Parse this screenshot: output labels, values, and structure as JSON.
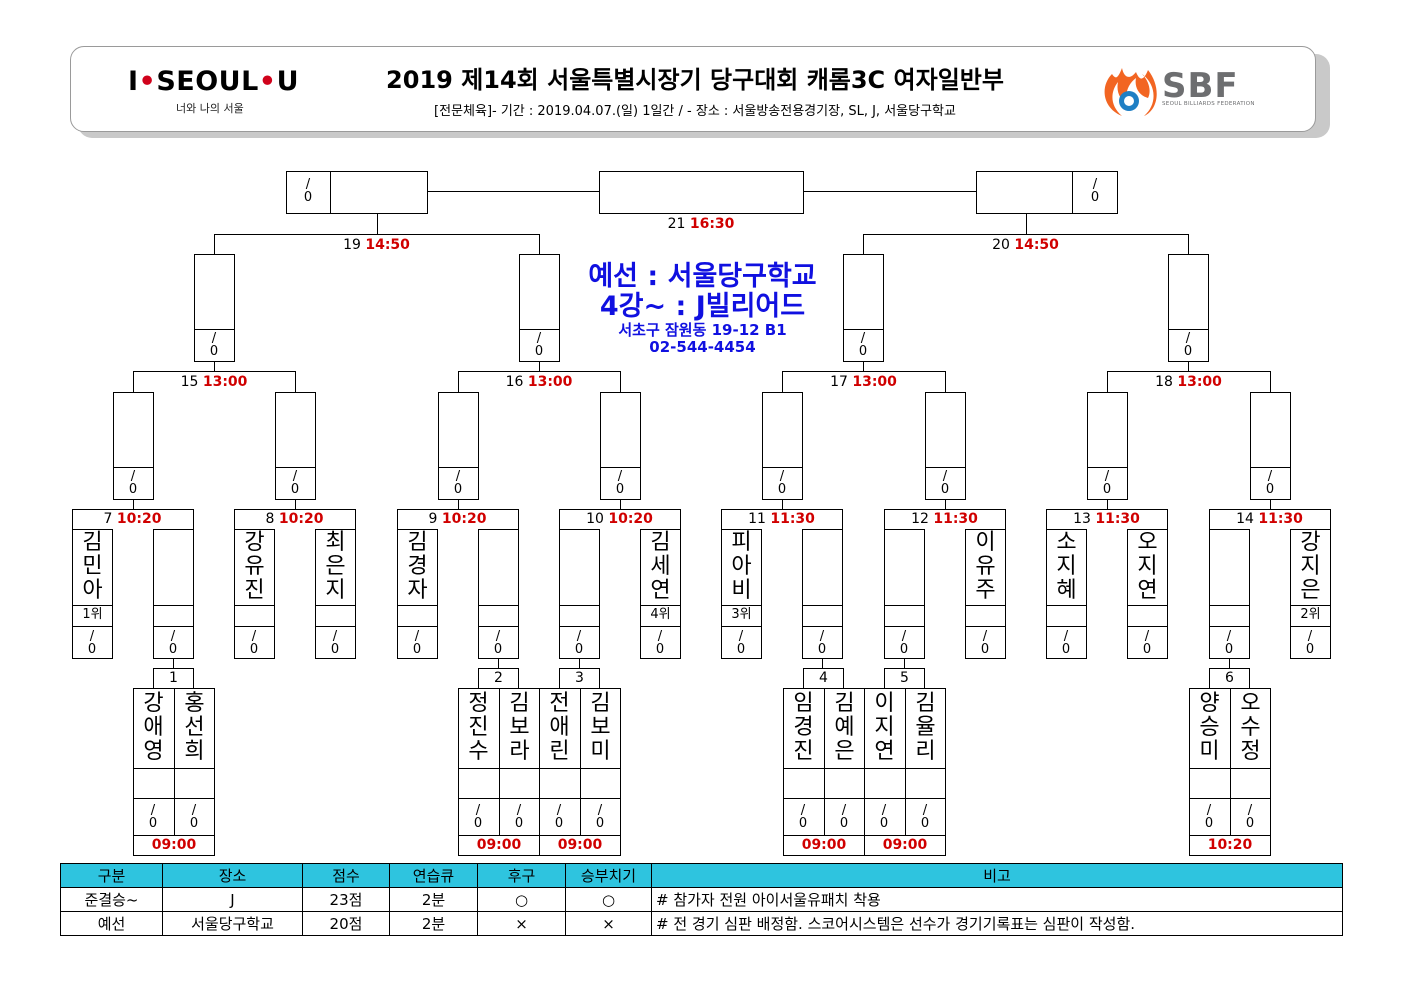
{
  "header": {
    "logo_left": {
      "pre": "I",
      "mid": "SEOUL",
      "post": "U"
    },
    "logo_left_sub": "너와 나의 서울",
    "title": "2019 제14회 서울특별시장기 당구대회 캐롬3C 여자일반부",
    "subtitle": "[전문체육]- 기간 : 2019.04.07.(일) 1일간 / - 장소 : 서울방송전용경기장, SL, J, 서울당구학교",
    "logo_right": "SBF",
    "logo_right_sub": "SEOUL BILLIARDS FEDERATION"
  },
  "venue": {
    "line1": "예선 : 서울당구학교",
    "line2": "4강~ : J빌리어드",
    "address": "서초구 잠원동 19-12 B1",
    "phone": "02-544-4454"
  },
  "score_text": {
    "top": "/",
    "bottom": "0"
  },
  "prelim_players": {
    "m1a": "강애영",
    "m1b": "홍선희",
    "m2a": "정진수",
    "m2b": "김보라",
    "m3a": "전애린",
    "m3b": "김보미",
    "m4a": "임경진",
    "m4b": "김예은",
    "m5a": "이지연",
    "m5b": "김율리",
    "m6a": "양승미",
    "m6b": "오수정"
  },
  "r16_players": {
    "p7a": "김민아",
    "p8a": "강유진",
    "p8b": "최은지",
    "p9a": "김경자",
    "p10b": "김세연",
    "p11a": "피아비",
    "p12b": "이유주",
    "p13a": "소지혜",
    "p13b": "오지연",
    "p14b": "강지은"
  },
  "ranks": {
    "p7a": "1위",
    "p10b": "4위",
    "p11a": "3위",
    "p14b": "2위"
  },
  "matches": {
    "m1": {
      "no": "1"
    },
    "m2": {
      "no": "2"
    },
    "m3": {
      "no": "3"
    },
    "m4": {
      "no": "4"
    },
    "m5": {
      "no": "5"
    },
    "m6": {
      "no": "6"
    },
    "m7": {
      "no": "7",
      "time": "10:20"
    },
    "m8": {
      "no": "8",
      "time": "10:20"
    },
    "m9": {
      "no": "9",
      "time": "10:20"
    },
    "m10": {
      "no": "10",
      "time": "10:20"
    },
    "m11": {
      "no": "11",
      "time": "11:30"
    },
    "m12": {
      "no": "12",
      "time": "11:30"
    },
    "m13": {
      "no": "13",
      "time": "11:30"
    },
    "m14": {
      "no": "14",
      "time": "11:30"
    },
    "m15": {
      "no": "15",
      "time": "13:00"
    },
    "m16": {
      "no": "16",
      "time": "13:00"
    },
    "m17": {
      "no": "17",
      "time": "13:00"
    },
    "m18": {
      "no": "18",
      "time": "13:00"
    },
    "m19": {
      "no": "19",
      "time": "14:50"
    },
    "m20": {
      "no": "20",
      "time": "14:50"
    },
    "m21": {
      "no": "21",
      "time": "16:30"
    }
  },
  "prelim_times": {
    "m1": "09:00",
    "m2": "09:00",
    "m3": "09:00",
    "m4": "09:00",
    "m5": "09:00",
    "m6": "10:20"
  },
  "info_table": {
    "headers": [
      "구분",
      "장소",
      "점수",
      "연습큐",
      "후구",
      "승부치기",
      "비고"
    ],
    "rows": [
      [
        "준결승~",
        "J",
        "23점",
        "2분",
        "○",
        "○",
        "# 참가자 전원 아이서울유패치 착용"
      ],
      [
        "예선",
        "서울당구학교",
        "20점",
        "2분",
        "×",
        "×",
        "# 전 경기 심판 배정함. 스코어시스템은 선수가 경기기록표는 심판이 작성함."
      ]
    ]
  },
  "colors": {
    "accent_red": "#d00000",
    "venue_blue": "#1010e0",
    "table_header": "#2ec4df",
    "sbf_orange": "#f26522",
    "sbf_blue": "#1f7fc4"
  }
}
